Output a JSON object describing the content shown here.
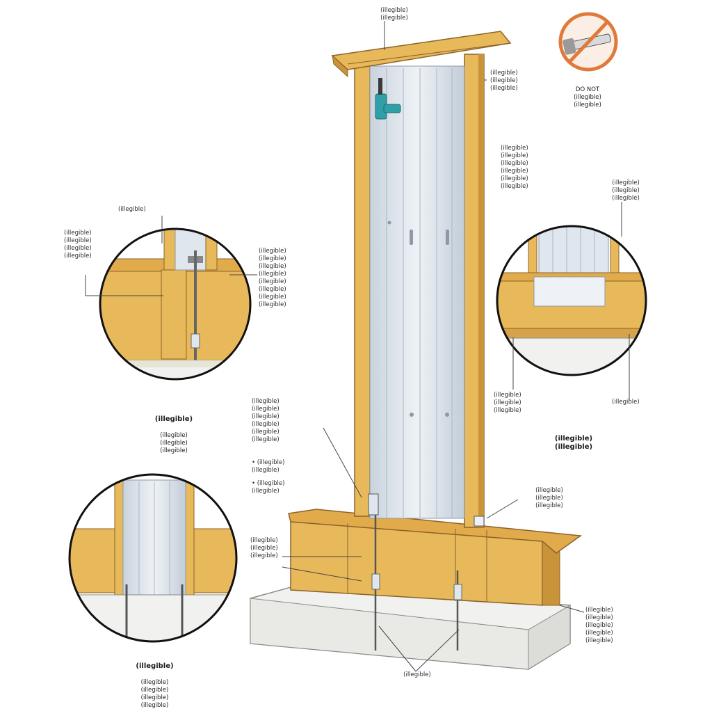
{
  "diagram": {
    "top_callout": "(illegible) \n(illegible)",
    "right_callout_1": "(illegible)\n(illegible)\n(illegible)",
    "no_cut_icon": "no-cut-icon",
    "no_cut_label": "DO NOT\n(illegible)\n(illegible)",
    "right_callout_2": "(illegible)\n(illegible)\n(illegible)\n(illegible)\n(illegible)\n(illegible)",
    "right_callout_3": "(illegible)\n(illegible)\n(illegible)",
    "left_top_callout": "(illegible)",
    "left_callout_1": "(illegible)\n(illegible)\n(illegible)\n(illegible)",
    "left_callout_2": "(illegible)\n(illegible)\n(illegible)\n(illegible)\n(illegible)\n(illegible)\n(illegible)\n(illegible)",
    "detail_1_title": "(illegible)",
    "detail_1_sub": "(illegible)\n(illegible)\n(illegible)",
    "center_callout": "(illegible)\n(illegible)\n(illegible)\n(illegible)\n(illegible)\n(illegible)",
    "center_bullet_1": "• (illegible)\n(illegible)",
    "center_bullet_2": "• (illegible)\n(illegible)",
    "right_callout_4": "(illegible)\n(illegible)\n(illegible)",
    "right_callout_5": "(illegible)",
    "detail_2_title": "(illegible)\n(illegible)",
    "base_callout_1": "(illegible)\n(illegible)\n(illegible)",
    "base_callout_2": "(illegible)\n(illegible)\n(illegible)",
    "base_callout_3": "(illegible)\n(illegible)\n(illegible)\n(illegible)\n(illegible)",
    "base_callout_4": "(illegible)",
    "detail_3_title": "(illegible)",
    "detail_3_sub": "(illegible)\n(illegible)\n(illegible)\n(illegible)",
    "colors": {
      "wood": "#e8b95a",
      "wood_dark": "#c9933a",
      "steel": "#dfe6ee",
      "steel_shadow": "#b8c4d0",
      "concrete": "#f1f1ef",
      "drill": "#2f9fa8",
      "ban": "#e07a3a"
    }
  }
}
